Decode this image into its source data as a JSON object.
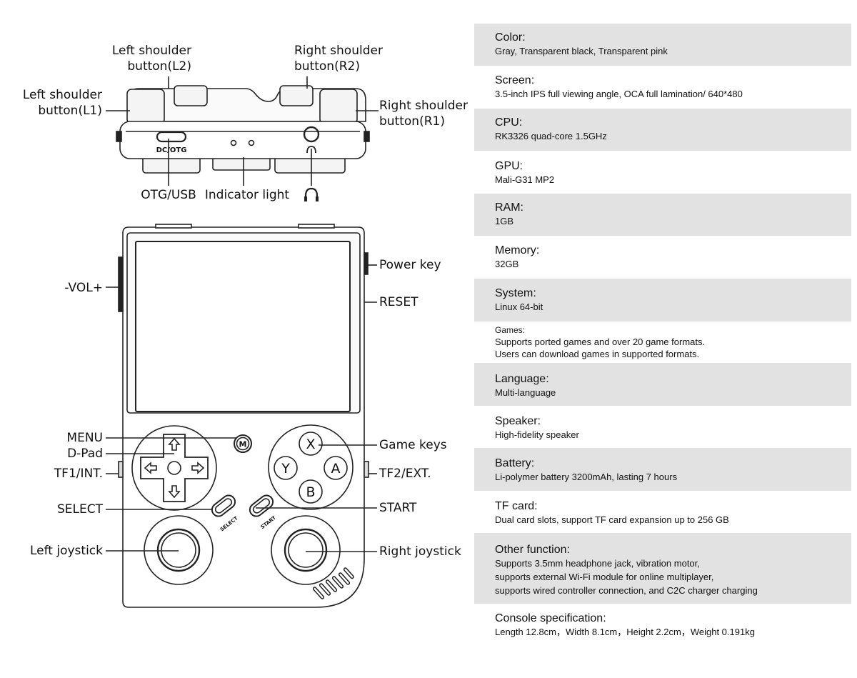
{
  "top_view": {
    "labels": {
      "l2": "Left shoulder\nbutton(L2)",
      "r2": "Right shoulder\nbutton(R2)",
      "l1": "Left shoulder\nbutton(L1)",
      "r1": "Right shoulder\nbutton(R1)",
      "port_marking": "DC/OTG",
      "otg": "OTG/USB",
      "indicator": "Indicator light"
    }
  },
  "front_view": {
    "labels": {
      "vol": "-VOL+",
      "power": "Power key",
      "reset": "RESET",
      "menu": "MENU",
      "dpad": "D-Pad",
      "tf1": "TF1/INT.",
      "select": "SELECT",
      "left_joystick": "Left joystick",
      "game_keys": "Game keys",
      "tf2": "TF2/EXT.",
      "start": "START",
      "right_joystick": "Right joystick"
    },
    "buttons": {
      "menu_glyph": "M",
      "x": "X",
      "y": "Y",
      "a": "A",
      "b": "B",
      "select_marking": "SELECT",
      "start_marking": "START"
    }
  },
  "specs": [
    {
      "title": "Color:",
      "lines": [
        "Gray, Transparent black, Transparent pink"
      ],
      "shaded": true
    },
    {
      "title": "Screen:",
      "lines": [
        "3.5-inch IPS full viewing angle, OCA full lamination/ 640*480"
      ],
      "shaded": false
    },
    {
      "title": "CPU:",
      "lines": [
        "RK3326 quad-core 1.5GHz"
      ],
      "shaded": true
    },
    {
      "title": "GPU:",
      "lines": [
        "Mali-G31 MP2"
      ],
      "shaded": false
    },
    {
      "title": "RAM:",
      "lines": [
        "1GB"
      ],
      "shaded": true
    },
    {
      "title": "Memory:",
      "lines": [
        "32GB"
      ],
      "shaded": false
    },
    {
      "title": "System:",
      "lines": [
        "Linux 64-bit"
      ],
      "shaded": true
    },
    {
      "title": "Games:",
      "lines": [
        "Supports ported games and over 20 game formats.",
        "Users can download games in supported formats."
      ],
      "shaded": false,
      "small": true
    },
    {
      "title": "Language:",
      "lines": [
        "Multi-language"
      ],
      "shaded": true
    },
    {
      "title": "Speaker:",
      "lines": [
        "High-fidelity speaker"
      ],
      "shaded": false
    },
    {
      "title": "Battery:",
      "lines": [
        "Li-polymer battery 3200mAh, lasting 7 hours"
      ],
      "shaded": true
    },
    {
      "title": "TF card:",
      "lines": [
        "Dual card slots, support TF card expansion up to 256 GB"
      ],
      "shaded": false
    },
    {
      "title": "Other function:",
      "lines": [
        "Supports 3.5mm headphone jack, vibration motor,",
        "supports external Wi-Fi module for online multiplayer,",
        "supports wired controller connection, and C2C charger charging"
      ],
      "shaded": true
    },
    {
      "title": "Console specification:",
      "lines": [
        "Length 12.8cm，Width 8.1cm，Height 2.2cm，Weight 0.191kg"
      ],
      "shaded": false
    }
  ]
}
